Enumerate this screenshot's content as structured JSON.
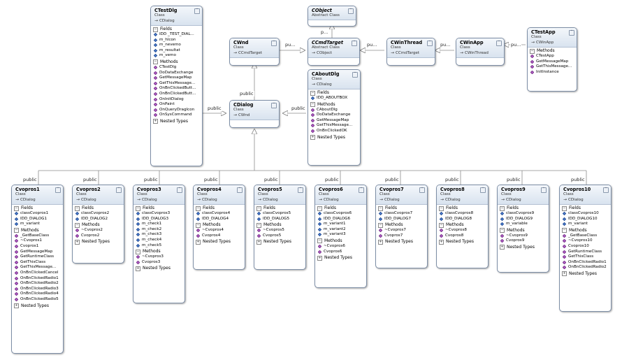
{
  "edge_labels": {
    "cdialog_to_cwnd": "public",
    "cwnd_to_ccmdtarget": "pu...",
    "ccmdtarget_to_cobject": "p...",
    "cwinthread_to_ccmdtarget": "pu...",
    "cwinapp_to_cwinthread": "pu...",
    "ctestapp_to_cwinapp": "pu...",
    "ctestdlg_to_cdialog": "public",
    "caboutdlg_to_cdialog": "public",
    "row": "public"
  },
  "classes": {
    "ctestdlg": {
      "name": "CTestDlg",
      "kind": "Class",
      "base": "CDialog",
      "fields_label": "Fields",
      "fields": [
        "IDD _TEST_DIAL...",
        "m_hIcon",
        "m_nevemo",
        "m_resultat",
        "m_vemo"
      ],
      "methods_label": "Methods",
      "methods": [
        "CTestDlg",
        "DoDataExchange",
        "GetMessageMap",
        "GetThisMessage...",
        "OnBnClickedButt...",
        "OnBnClickedButt...",
        "OnInitDialog",
        "OnPaint",
        "OnQueryDragIcon",
        "OnSysCommand"
      ],
      "nested_label": "Nested Types"
    },
    "cobject": {
      "name": "CObject",
      "kind": "Abstract Class"
    },
    "cwnd": {
      "name": "CWnd",
      "kind": "Class",
      "base": "CCmdTarget"
    },
    "ccmdtarget": {
      "name": "CCmdTarget",
      "kind": "Abstract Class",
      "base": "CObject"
    },
    "cwinthread": {
      "name": "CWinThread",
      "kind": "Class",
      "base": "CCmdTarget"
    },
    "cwinapp": {
      "name": "CWinApp",
      "kind": "Class",
      "base": "CWinThread"
    },
    "ctestapp": {
      "name": "CTestApp",
      "kind": "Class",
      "base": "CWinApp",
      "methods_label": "Methods",
      "methods": [
        "CTestApp",
        "GetMessageMap",
        "GetThisMessage...",
        "InitInstance"
      ]
    },
    "cdialog": {
      "name": "CDialog",
      "kind": "Class",
      "base": "CWnd"
    },
    "caboutdlg": {
      "name": "CAboutDlg",
      "kind": "Class",
      "base": "CDialog",
      "fields_label": "Fields",
      "fields": [
        "IDD_ABOUTBOX"
      ],
      "methods_label": "Methods",
      "methods": [
        "CAboutDlg",
        "DoDataExchange",
        "GetMessageMap",
        "GetThisMessage...",
        "OnBnClickedOK"
      ],
      "nested_label": "Nested Types"
    },
    "cvopros1": {
      "name": "Cvopros1",
      "kind": "Class",
      "base": "CDialog",
      "fields_label": "Fields",
      "fields": [
        "classCvopros1",
        "IDD_DIALOG1",
        "m_variant"
      ],
      "methods_label": "Methods",
      "methods": [
        "_GetBaseClass",
        "~Cvopros1",
        "Cvopros1",
        "GetMessageMap",
        "GetRuntimeClass",
        "GetThisClass",
        "GetThisMessage...",
        "OnBnClickedCancel",
        "OnBnClickedRadio1",
        "OnBnClickedRadio2",
        "OnBnClickedRadio3",
        "OnBnClickedRadio4",
        "OnBnClickedRadio5"
      ],
      "nested_label": "Nested Types"
    },
    "cvopros2": {
      "name": "Cvopros2",
      "kind": "Class",
      "base": "CDialog",
      "fields_label": "Fields",
      "fields": [
        "classCvopros2",
        "IDD_DIALOG2"
      ],
      "methods_label": "Methods",
      "methods": [
        "~Cvopros2",
        "Cvopros2"
      ],
      "nested_label": "Nested Types"
    },
    "cvopros3": {
      "name": "Cvopros3",
      "kind": "Class",
      "base": "CDialog",
      "fields_label": "Fields",
      "fields": [
        "classCvopros3",
        "IDD_DIALOG3",
        "m_check1",
        "m_check2",
        "m_check3",
        "m_check4",
        "m_check5"
      ],
      "methods_label": "Methods",
      "methods": [
        "~Cvopros3",
        "Cvopros3"
      ],
      "nested_label": "Nested Types"
    },
    "cvopros4": {
      "name": "Cvopros4",
      "kind": "Class",
      "base": "CDialog",
      "fields_label": "Fields",
      "fields": [
        "classCvopros4",
        "IDD_DIALOG4"
      ],
      "methods_label": "Methods",
      "methods": [
        "~Cvopros4",
        "Cvopros4"
      ],
      "nested_label": "Nested Types"
    },
    "cvopros5": {
      "name": "Cvopros5",
      "kind": "Class",
      "base": "CDialog",
      "fields_label": "Fields",
      "fields": [
        "classCvopros5",
        "IDD_DIALOG5"
      ],
      "methods_label": "Methods",
      "methods": [
        "~Cvopros5",
        "Cvopros5"
      ],
      "nested_label": "Nested Types"
    },
    "cvopros6": {
      "name": "Cvopros6",
      "kind": "Class",
      "base": "CDialog",
      "fields_label": "Fields",
      "fields": [
        "classCvopros6",
        "IDD_DIALOG6",
        "m_variant1",
        "m_variant2",
        "m_variant3"
      ],
      "methods_label": "Methods",
      "methods": [
        "~Cvopros6",
        "Cvopros6"
      ],
      "nested_label": "Nested Types"
    },
    "cvopros7": {
      "name": "Cvopros7",
      "kind": "Class",
      "base": "CDialog",
      "fields_label": "Fields",
      "fields": [
        "classCvopros7",
        "IDD_DIALOG7"
      ],
      "methods_label": "Methods",
      "methods": [
        "~Cvopros7",
        "Cvopros7"
      ],
      "nested_label": "Nested Types"
    },
    "cvopros8": {
      "name": "Cvopros8",
      "kind": "Class",
      "base": "CDialog",
      "fields_label": "Fields",
      "fields": [
        "classCvopros8",
        "IDD_DIALOG8"
      ],
      "methods_label": "Methods",
      "methods": [
        "~Cvopros8",
        "Cvopros8"
      ],
      "nested_label": "Nested Types"
    },
    "cvopros9": {
      "name": "Cvopros9",
      "kind": "Class",
      "base": "CDialog",
      "fields_label": "Fields",
      "fields": [
        "classCvopros9",
        "IDD_DIALOG9",
        "m_variable"
      ],
      "methods_label": "Methods",
      "methods": [
        "~Cvopros9",
        "Cvopros9"
      ],
      "nested_label": "Nested Types"
    },
    "cvopros10": {
      "name": "Cvopros10",
      "kind": "Class",
      "base": "CDialog",
      "fields_label": "Fields",
      "fields": [
        "classCvopros10",
        "IDD_DIALOG10",
        "m_variant"
      ],
      "methods_label": "Methods",
      "methods": [
        "_GetBaseClass",
        "~Cvopros10",
        "Cvopros10",
        "GetRuntimeClass",
        "GetThisClass",
        "OnBnClickedRadio1",
        "OnBnClickedRadio2"
      ],
      "nested_label": "Nested Types"
    }
  }
}
